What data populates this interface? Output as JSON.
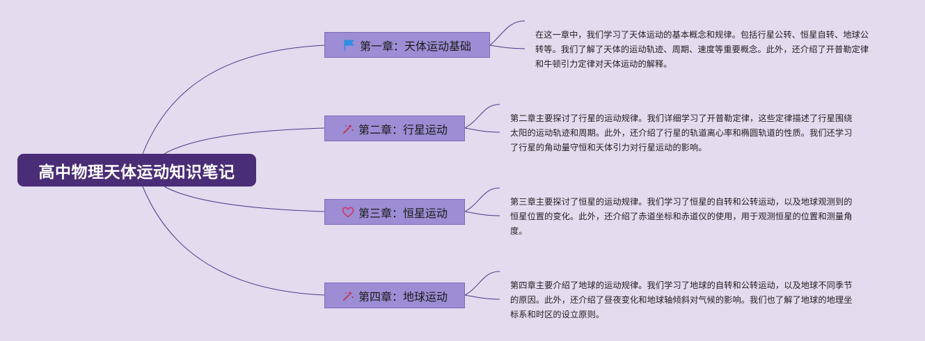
{
  "root": {
    "title": "高中物理天体运动知识笔记"
  },
  "chapters": [
    {
      "icon": "flag-icon",
      "title": "第一章：天体运动基础",
      "summary": "在这一章中，我们学习了天体运动的基本概念和规律。包括行星公转、恒星自转、地球公转等。我们了解了天体的运动轨迹、周期、速度等重要概念。此外，还介绍了开普勒定律和牛顿引力定律对天体运动的解释。"
    },
    {
      "icon": "sparkle-icon",
      "title": "第二章：行星运动",
      "summary": "第二章主要探讨了行星的运动规律。我们详细学习了开普勒定律，这些定律描述了行星围绕太阳的运动轨迹和周期。此外，还介绍了行星的轨道离心率和椭圆轨道的性质。我们还学习了行星的角动量守恒和天体引力对行星运动的影响。"
    },
    {
      "icon": "heart-icon",
      "title": "第三章：恒星运动",
      "summary": "第三章主要探讨了恒星的运动规律。我们学习了恒星的自转和公转运动，以及地球观测到的恒星位置的变化。此外，还介绍了赤道坐标和赤道仪的使用，用于观测恒星的位置和测量角度。"
    },
    {
      "icon": "sparkle-icon",
      "title": "第四章：地球运动",
      "summary": "第四章主要介绍了地球的运动规律。我们学习了地球的自转和公转运动，以及地球不同季节的原因。此外，还介绍了昼夜变化和地球轴倾斜对气候的影响。我们也了解了地球的地理坐标系和时区的设立原则。"
    }
  ],
  "colors": {
    "background": "#e3dbee",
    "root_fill": "#4a2d77",
    "chapter_fill": "#9c8dd4",
    "connector": "#4a3a88",
    "flag": "#2f8ee0",
    "heart": "#d6356a",
    "sparkle": "#c2304a"
  }
}
